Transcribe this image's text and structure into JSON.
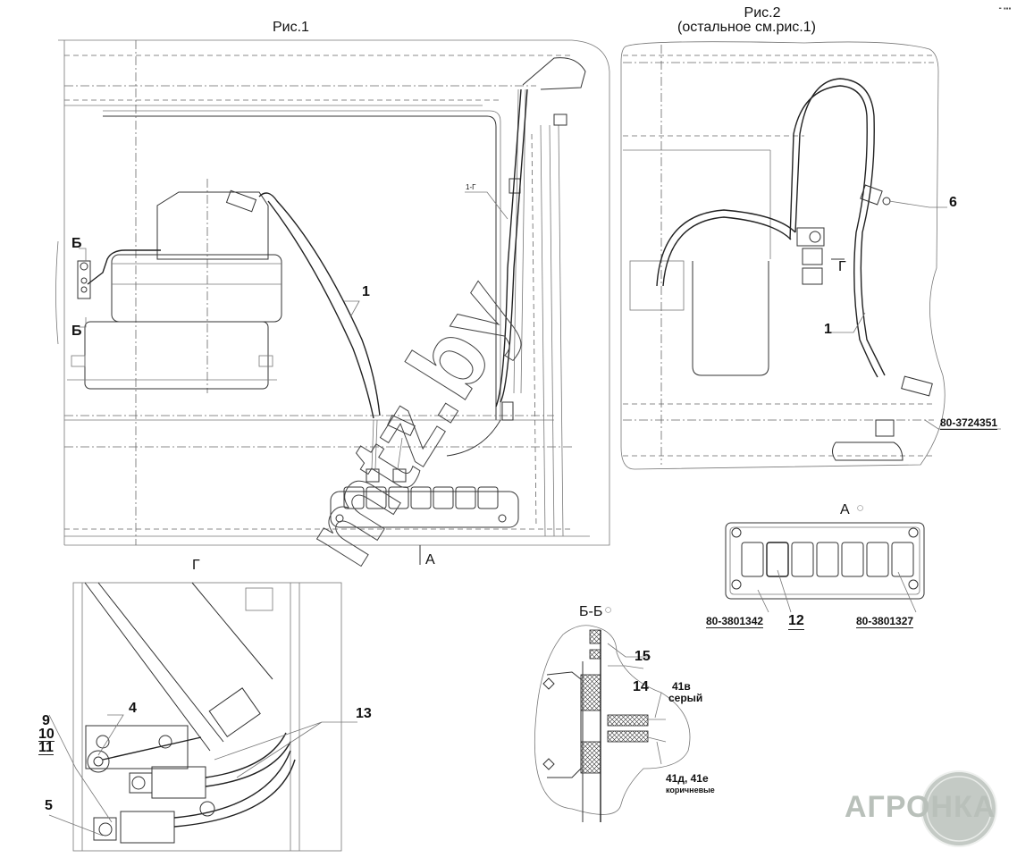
{
  "figures": {
    "fig1": {
      "title": "Рис.1"
    },
    "fig2": {
      "title": "Рис.2",
      "subtitle": "(остальное см.рис.1)"
    }
  },
  "views": {
    "view_g": "Г",
    "view_a": "А",
    "view_a_mark": "○",
    "section_bb": "Б-Б",
    "section_bb_mark": "○",
    "section_b_top": "Б",
    "section_b_bottom": "Б",
    "arrow_a": "А",
    "arrow_g_fig2": "Г"
  },
  "callouts": {
    "fig1_harness": "1",
    "fig1_harness_g": "1-Г",
    "fig2_harness": "1",
    "fig2_clamp": "6",
    "fig2_part": "80-3724351",
    "panel_left": "80-3801342",
    "panel_switch": "12",
    "panel_right": "80-3801327",
    "bb_15": "15",
    "bb_14": "14",
    "bb_wire_41v": "41в",
    "bb_wire_41v_color": "серый",
    "bb_wire_41de": "41д, 41е",
    "bb_wire_41de_color": "коричневые",
    "g_4": "4",
    "g_9": "9",
    "g_10": "10",
    "g_11": "11",
    "g_5": "5",
    "g_13": "13"
  },
  "switch_panel": {
    "switches": [
      {
        "icon": "wiper-icon"
      },
      {
        "icon": "fan-icon"
      },
      {
        "icon": "work-light-icon"
      },
      {
        "icon": "work-light-icon"
      },
      {
        "icon": "hazard-icon"
      },
      {
        "icon": "blank"
      },
      {
        "icon": "blank"
      }
    ]
  },
  "watermark": {
    "text": "mtz.by"
  },
  "logo": {
    "text": "АГРОНКА"
  },
  "corner_note": "╸▪▪▪"
}
